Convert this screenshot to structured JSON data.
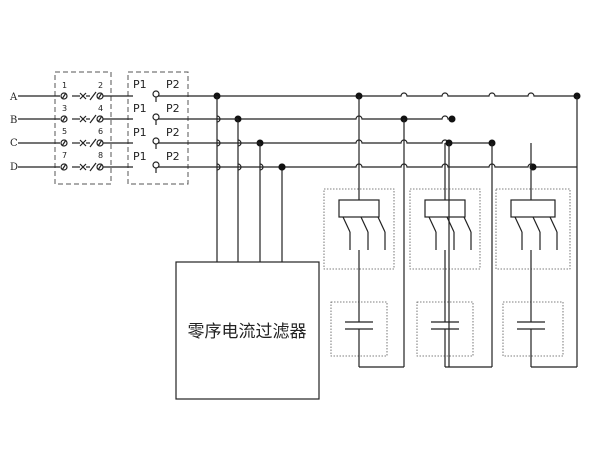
{
  "lines": [
    {
      "phase": "A",
      "nums": [
        "1",
        "2"
      ]
    },
    {
      "phase": "B",
      "nums": [
        "3",
        "4"
      ]
    },
    {
      "phase": "C",
      "nums": [
        "5",
        "6"
      ]
    },
    {
      "phase": "D",
      "nums": [
        "7",
        "8"
      ]
    }
  ],
  "fuse_labels": {
    "p1": "P1",
    "p2": "P2"
  },
  "filter_label": "零序电流过滤器"
}
